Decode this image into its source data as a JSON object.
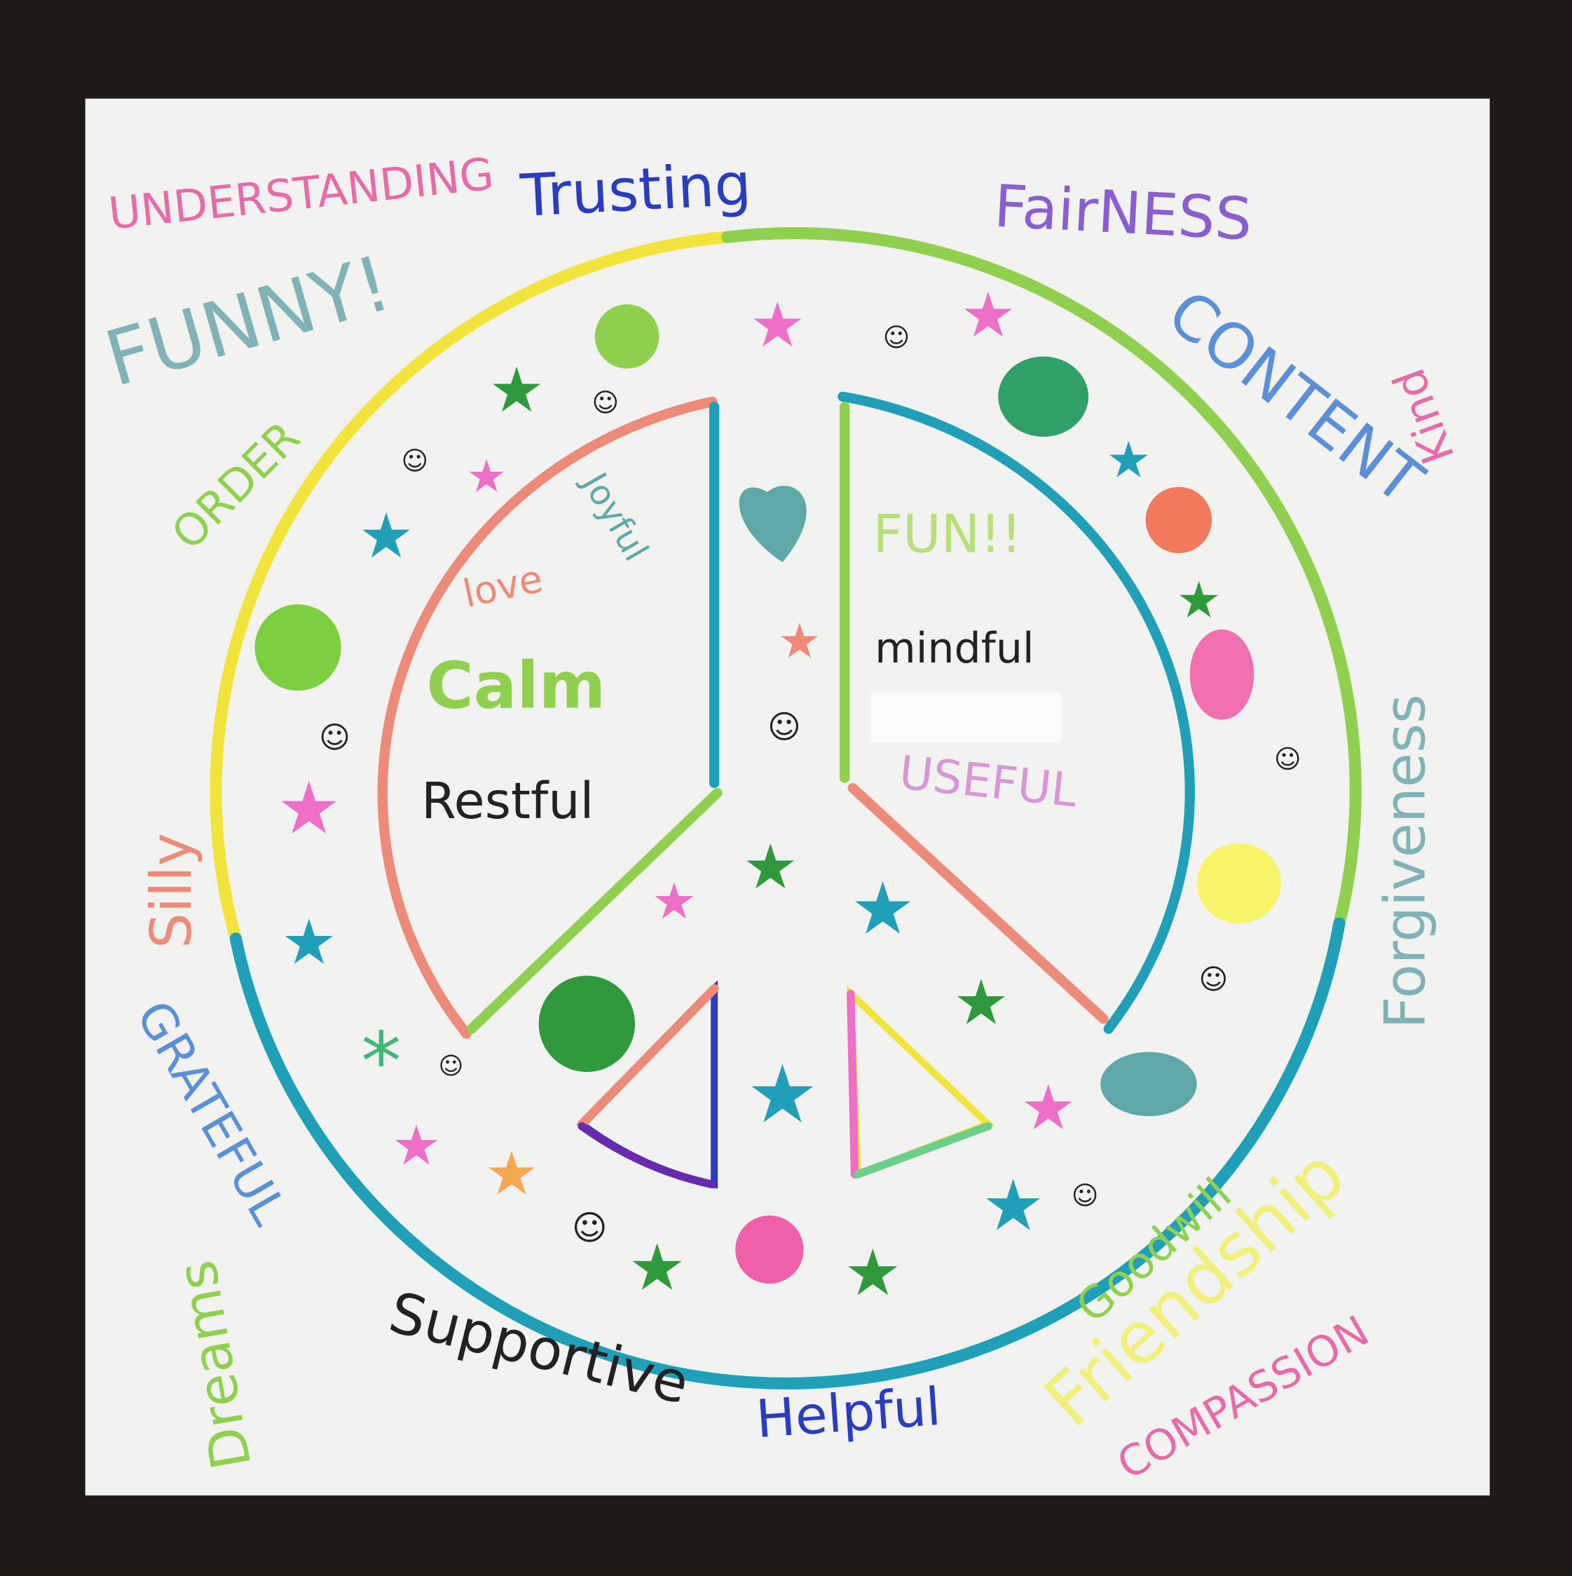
{
  "words": {
    "understanding": "UNDERSTANDING",
    "trusting": "Trusting",
    "fairness": "FairNESS",
    "funny": "FUNNY!",
    "content": "CONTENT",
    "kind": "Kind",
    "order": "ORDER",
    "silly": "Silly",
    "forgiveness": "Forgiveness",
    "grateful": "GRATEFUL",
    "dreams": "Dreams",
    "supportive": "Supportive",
    "helpful": "Helpful",
    "goodwill": "Goodwill",
    "friendship": "Friendship",
    "compassion": "COMPASSION",
    "joyful": "Joyful",
    "love": "love",
    "calm": "Calm",
    "restful": "Restful",
    "fun": "FUN!!",
    "mindful": "mindful",
    "useful": "USEFUL"
  },
  "colors": {
    "frame": "#1f1a18",
    "paper": "#f2f2f0",
    "yellow": "#f2e43a",
    "lime": "#8fd14f",
    "teal": "#1fa0b8",
    "salmon": "#ee8a78",
    "pink": "#ee6ec8",
    "blue": "#2a5fd0",
    "purple": "#8a5ed0",
    "green": "#2f9a3c"
  }
}
